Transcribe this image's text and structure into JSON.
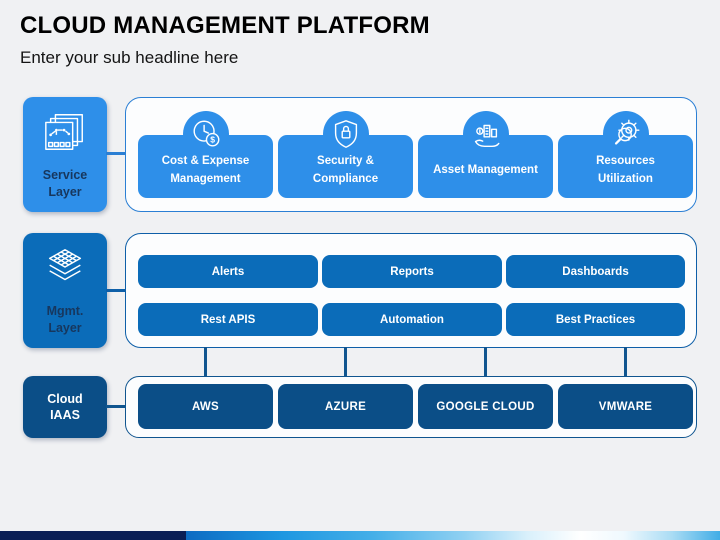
{
  "header": {
    "title": "CLOUD MANAGEMENT PLATFORM",
    "subtitle": "Enter your sub headline here"
  },
  "layers": {
    "service": {
      "label": "Service Layer",
      "icon": "stacked-frames-icon",
      "items": [
        {
          "label": "Cost & Expense Management",
          "icon": "clock-dollar-icon"
        },
        {
          "label": "Security & Compliance",
          "icon": "shield-lock-icon"
        },
        {
          "label": "Asset Management",
          "icon": "hand-assets-icon"
        },
        {
          "label": "Resources Utilization",
          "icon": "gear-magnifier-icon"
        }
      ]
    },
    "mgmt": {
      "label": "Mgmt. Layer",
      "icon": "stacked-layers-icon",
      "items": [
        {
          "label": "Alerts"
        },
        {
          "label": "Reports"
        },
        {
          "label": "Dashboards"
        },
        {
          "label": "Rest APIS"
        },
        {
          "label": "Automation"
        },
        {
          "label": "Best Practices"
        }
      ]
    },
    "iaas": {
      "label": "Cloud IAAS",
      "items": [
        {
          "label": "AWS"
        },
        {
          "label": "AZURE"
        },
        {
          "label": "GOOGLE CLOUD"
        },
        {
          "label": "VMWARE"
        }
      ]
    }
  },
  "colors": {
    "background": "#F0F1F3",
    "service_blue": "#2E8FE9",
    "service_border": "#2B7FD4",
    "mgmt_blue": "#0B6CB9",
    "mgmt_border": "#0E5FA8",
    "iaas_navy": "#0B4E87",
    "iaas_border": "#10558F",
    "layer_label_navy": "#17375E",
    "footer_navy": "#0A1E55",
    "footer_sky": "#1E97E1"
  }
}
